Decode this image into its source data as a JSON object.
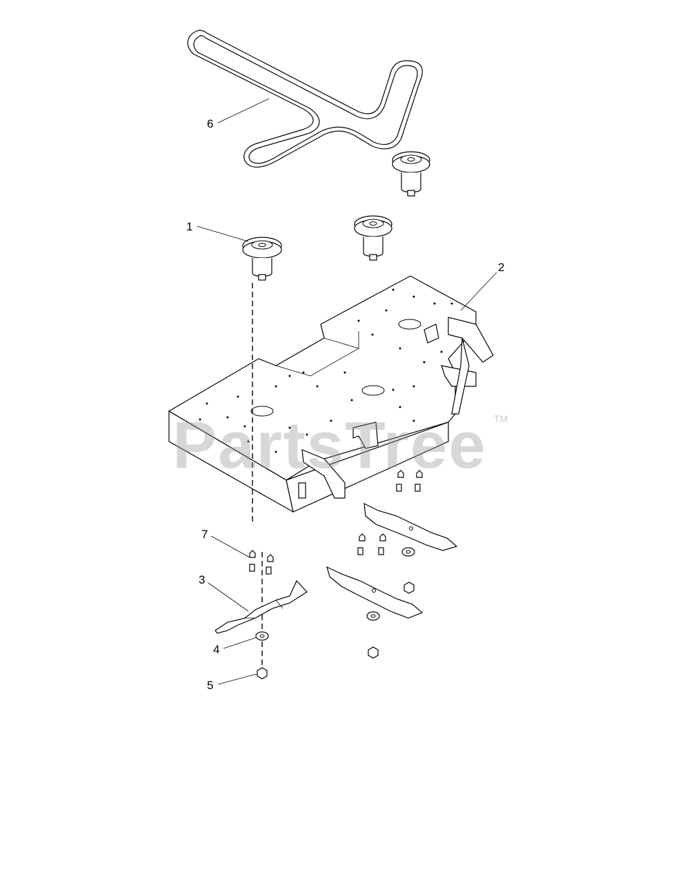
{
  "diagram": {
    "watermark": "PartsTree",
    "trademark": "TM",
    "callouts": [
      {
        "id": "1",
        "label": "1"
      },
      {
        "id": "2",
        "label": "2"
      },
      {
        "id": "3",
        "label": "3"
      },
      {
        "id": "4",
        "label": "4"
      },
      {
        "id": "5",
        "label": "5"
      },
      {
        "id": "6",
        "label": "6"
      },
      {
        "id": "7",
        "label": "7"
      }
    ]
  }
}
